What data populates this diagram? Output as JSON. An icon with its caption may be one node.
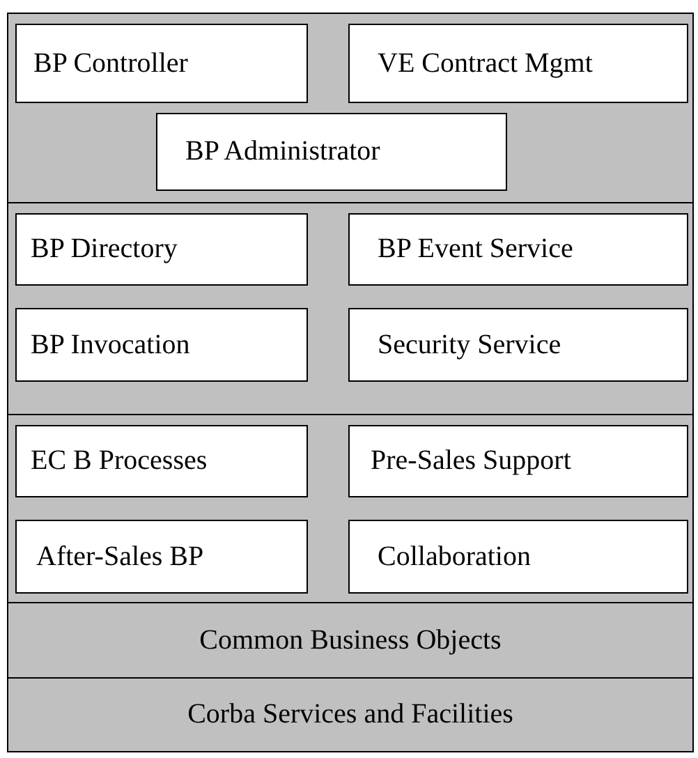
{
  "diagram": {
    "nodes": [
      {
        "text": [],
        "shape": "box"
      },
      {
        "text": [
          "BP Controller"
        ],
        "in": 0
      },
      {
        "text": [
          "VE Contract Mgmt"
        ],
        "in": 0
      },
      {
        "text": [
          "BP Administrator"
        ],
        "in": 0
      },
      {
        "text": [],
        "shape": "box"
      },
      {
        "text": [
          "BP Directory"
        ],
        "in": 4
      },
      {
        "text": [
          "BP Event Service"
        ],
        "in": 4
      },
      {
        "text": [
          "BP Invocation"
        ],
        "in": 4
      },
      {
        "text": [
          "Security Service"
        ],
        "in": 4
      },
      {
        "text": [],
        "shape": "box"
      },
      {
        "text": [
          "EC B Processes"
        ],
        "in": 9
      },
      {
        "text": [
          "Pre-Sales Support"
        ],
        "in": 9
      },
      {
        "text": [
          "After-Sales BP"
        ],
        "in": 9
      },
      {
        "text": [
          "Collaboration"
        ],
        "in": 9
      },
      {
        "text": [
          "Common Business Objects"
        ]
      },
      {
        "text": [
          "Corba Services and Facilities"
        ]
      }
    ]
  }
}
